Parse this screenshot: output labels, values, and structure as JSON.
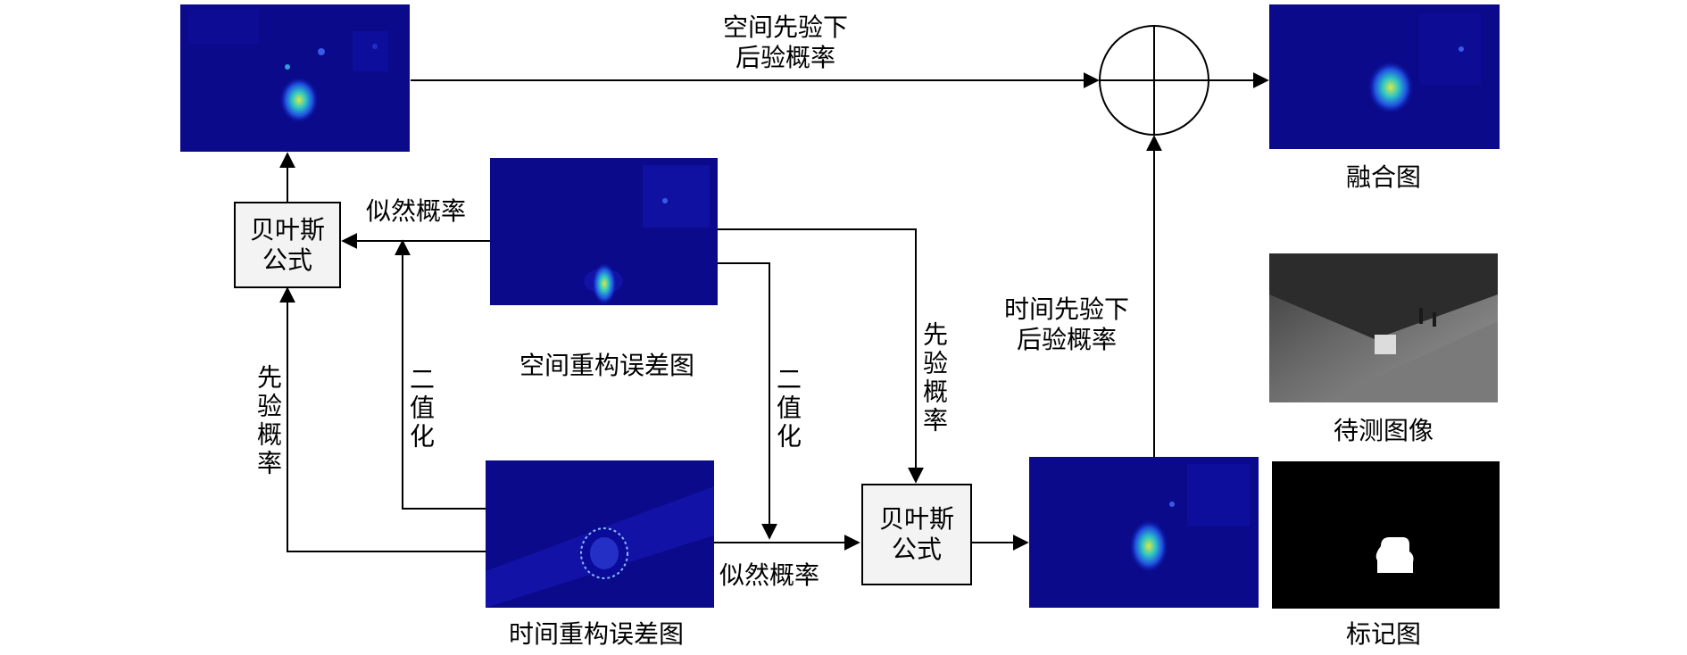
{
  "labels": {
    "spatial_posterior": [
      "空间先验下",
      "后验概率"
    ],
    "fusion_map": "融合图",
    "likelihood_top": "似然概率",
    "bayes_formula": [
      "贝叶斯",
      "公式"
    ],
    "spatial_error_map": "空间重构误差图",
    "temporal_posterior": [
      "时间先验下",
      "后验概率"
    ],
    "prior_prob_left": "先验概率",
    "binarize_left": "二值化",
    "binarize_mid": "二值化",
    "prior_prob_right": "先验概率",
    "test_image": "待测图像",
    "likelihood_bottom": "似然概率",
    "temporal_error_map": "时间重构误差图",
    "label_map": "标记图"
  },
  "colors": {
    "heatmap_bg": "#0a0a8a",
    "box_fill": "#f3f3f3",
    "line": "#000000"
  }
}
